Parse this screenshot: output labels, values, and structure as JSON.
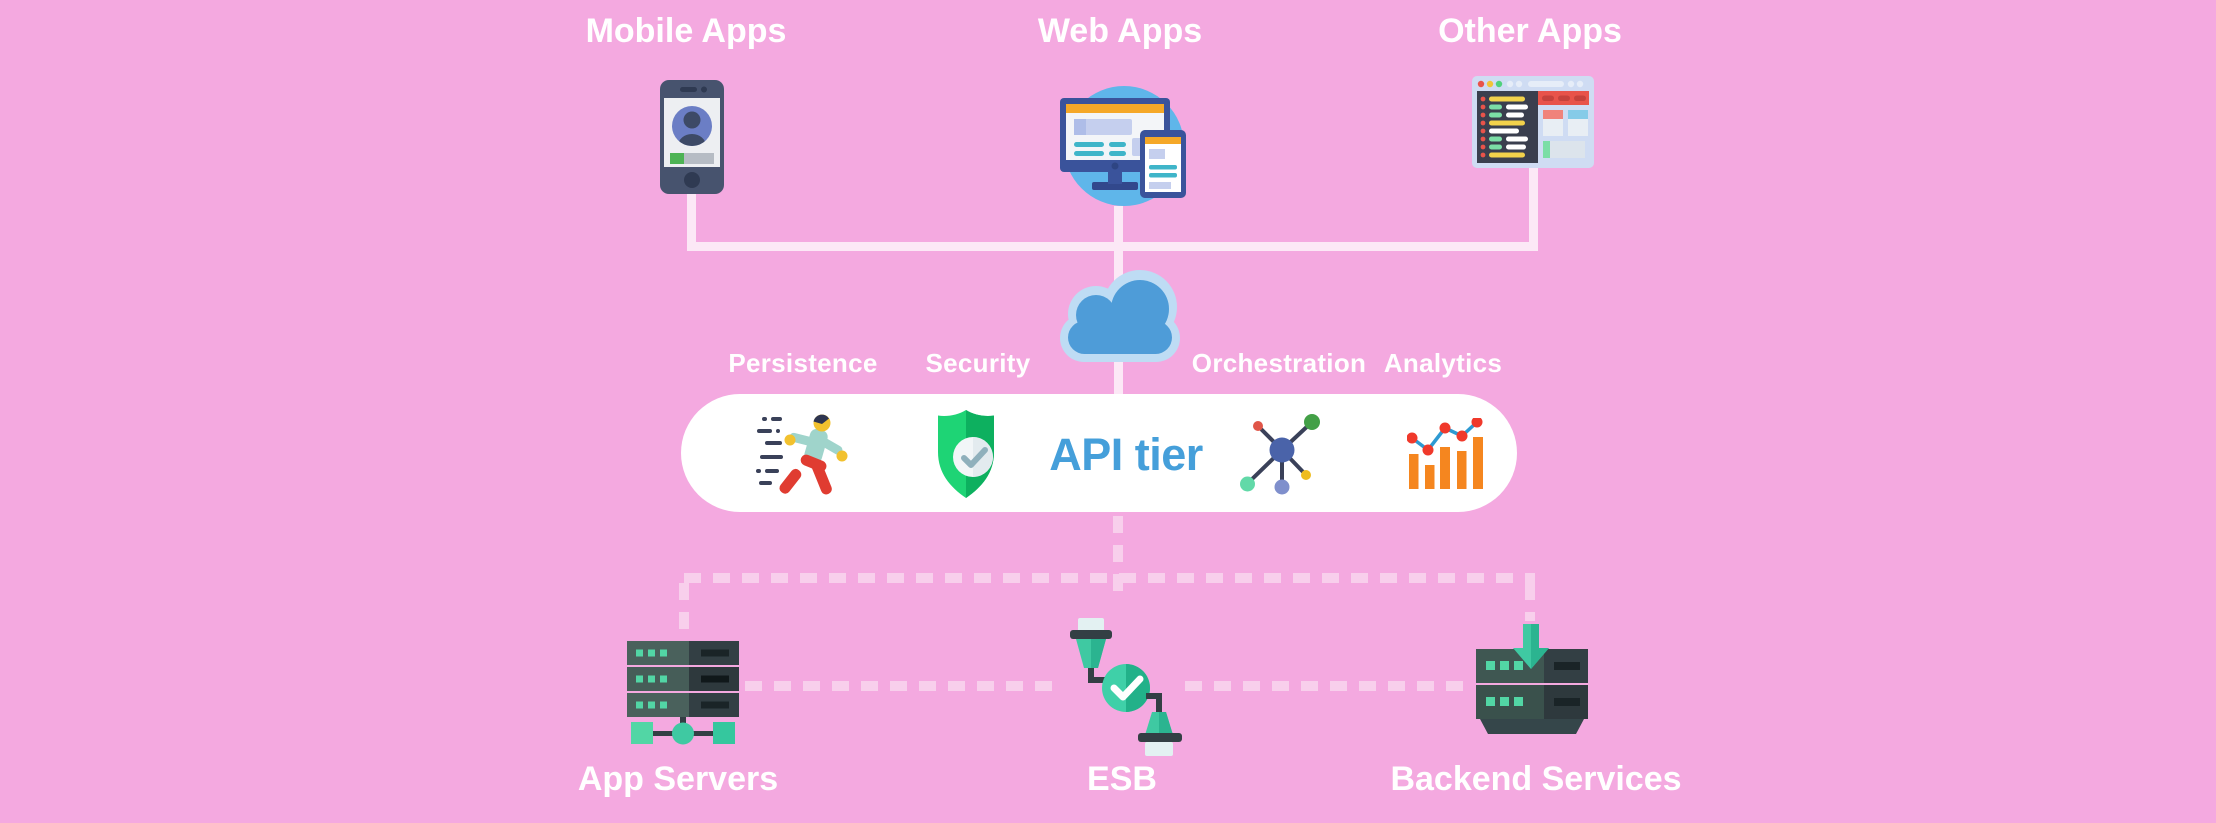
{
  "nodes": {
    "mobile_apps": {
      "label": "Mobile Apps",
      "icon": "smartphone-icon"
    },
    "web_apps": {
      "label": "Web Apps",
      "icon": "desktop-and-tablet-icon"
    },
    "other_apps": {
      "label": "Other Apps",
      "icon": "app-window-icon"
    },
    "cloud": {
      "icon": "cloud-icon"
    },
    "api_tier": {
      "label": "API tier",
      "capabilities": [
        {
          "label": "Persistence",
          "icon": "fast-runner-icon"
        },
        {
          "label": "Security",
          "icon": "shield-check-icon"
        },
        {
          "label": "Orchestration",
          "icon": "network-hub-icon"
        },
        {
          "label": "Analytics",
          "icon": "bar-chart-trend-icon"
        }
      ]
    },
    "app_servers": {
      "label": "App Servers",
      "icon": "server-rack-network-icon"
    },
    "esb": {
      "label": "ESB",
      "icon": "plug-connector-check-icon"
    },
    "backend_services": {
      "label": "Backend Services",
      "icon": "server-download-icon"
    }
  },
  "colors": {
    "background": "#f4a9e0",
    "connector_line": "#fce8f6",
    "dashed_line": "#f8cfec",
    "pill_background": "#ffffff",
    "api_tier_text": "#459fda",
    "label_text": "#ffffff",
    "cloud_fill": "#4e9cd8",
    "cloud_outline": "#bedcf4",
    "teal_accent": "#3fc9a2",
    "green_accent": "#1ed475",
    "orange_accent": "#f5861f",
    "server_dark": "#333f44",
    "indigo_accent": "#3a539b",
    "red_accent": "#e8534a"
  }
}
